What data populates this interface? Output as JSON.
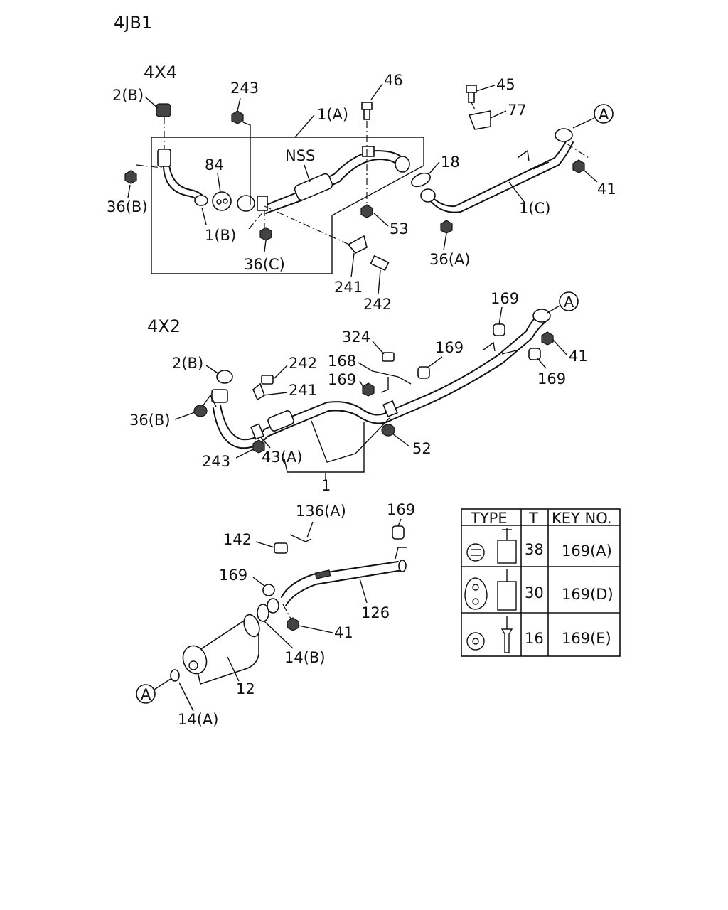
{
  "engine": "4JB1",
  "sections": {
    "four_by_four": "4X4",
    "four_by_two": "4X2"
  },
  "marker": "A",
  "labels": {
    "l_2b_top": "2(B)",
    "l_36b_top": "36(B)",
    "l_1b": "1(B)",
    "l_84": "84",
    "l_243_top": "243",
    "l_1a": "1(A)",
    "l_nss": "NSS",
    "l_46": "46",
    "l_53": "53",
    "l_36c": "36(C)",
    "l_241_top": "241",
    "l_242_top": "242",
    "l_18": "18",
    "l_36a": "36(A)",
    "l_45": "45",
    "l_77": "77",
    "l_1c": "1(C)",
    "l_41_top": "41",
    "l_169_a": "169",
    "l_169_b": "169",
    "l_169_c": "169",
    "l_169_d": "169",
    "l_41_mid": "41",
    "l_324": "324",
    "l_168": "168",
    "l_2b_mid": "2(B)",
    "l_242_mid": "242",
    "l_241_mid": "241",
    "l_36b_mid": "36(B)",
    "l_243_mid": "243",
    "l_43a": "43(A)",
    "l_1": "1",
    "l_52": "52",
    "l_136a": "136(A)",
    "l_169_e": "169",
    "l_142": "142",
    "l_169_f": "169",
    "l_126": "126",
    "l_41_bot": "41",
    "l_14b": "14(B)",
    "l_12": "12",
    "l_14a": "14(A)"
  },
  "table": {
    "headers": [
      "TYPE",
      "T",
      "KEY NO."
    ],
    "rows": [
      {
        "t": "38",
        "key": "169(A)"
      },
      {
        "t": "30",
        "key": "169(D)"
      },
      {
        "t": "16",
        "key": "169(E)"
      }
    ]
  }
}
